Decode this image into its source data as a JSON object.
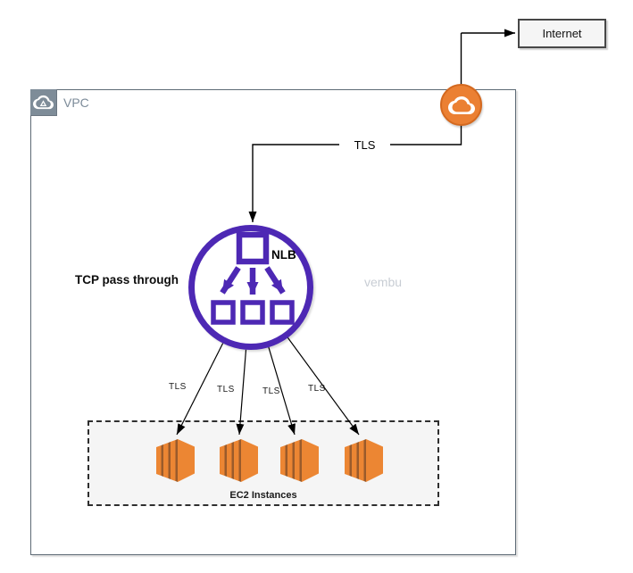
{
  "diagram": {
    "internet_label": "Internet",
    "vpc_label": "VPC",
    "nlb_label": "NLB",
    "tcp_note": "TCP pass through",
    "tls_main_label": "TLS",
    "tls_edge_labels": [
      "TLS",
      "TLS",
      "TLS",
      "TLS"
    ],
    "ec2_group_label": "EC2 Instances",
    "ec2_instance_count": 4,
    "watermark": "vembu",
    "icons": {
      "vpc": "vpc-cloud-icon",
      "gateway": "internet-gateway-cloud-icon",
      "load_balancer": "network-load-balancer-icon",
      "instance": "ec2-instance-icon"
    },
    "colors": {
      "aws_orange": "#EC8633",
      "aws_orange_dark": "#9A5B2B",
      "gateway_fill": "#EB8033",
      "gateway_border": "#D4691F",
      "nlb_purple": "#4D28B4",
      "vpc_border_gray": "#5D6A75",
      "vpc_icon_gray": "#7E8C98",
      "box_fill_gray": "#F5F5F5",
      "connector_black": "#000000",
      "watermark_gray": "#C8CDD4"
    }
  }
}
